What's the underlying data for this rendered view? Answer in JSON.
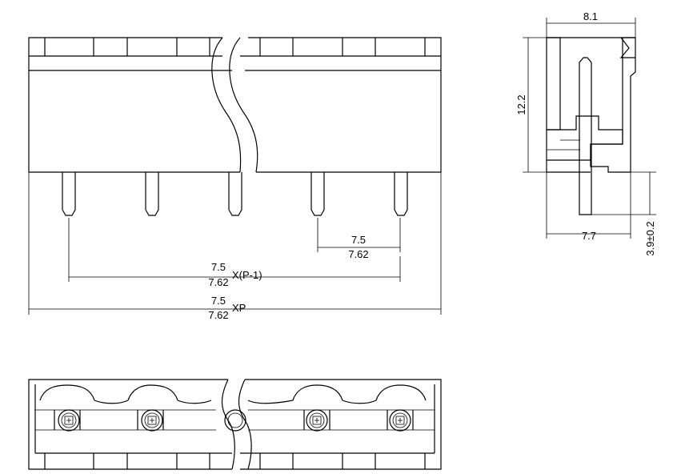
{
  "front_view": {
    "pitch_a": "7.5",
    "pitch_b": "7.62",
    "span_a": "7.5",
    "span_b": "7.62",
    "span_suffix": "X(P-1)",
    "total_a": "7.5",
    "total_b": "7.62",
    "total_suffix": "XP"
  },
  "side_view": {
    "width_top": "8.1",
    "height": "12.2",
    "width_bottom": "7.7",
    "pin_length": "3.9±0.2"
  },
  "colors": {
    "line": "#000000",
    "background": "#ffffff"
  }
}
